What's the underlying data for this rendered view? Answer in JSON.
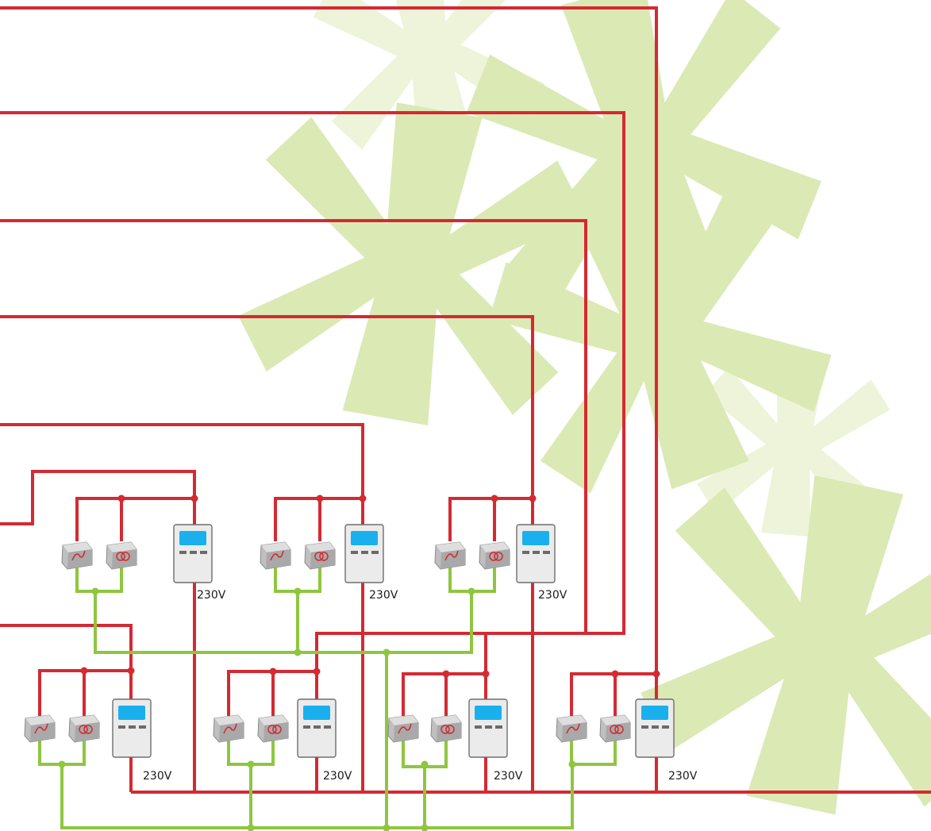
{
  "colors": {
    "background": "#ffffff",
    "power_line": "#d42a32",
    "signal_line": "#8ec63f",
    "decor_star": "#dbe9b4",
    "screen": "#1ab0ee",
    "device_body": "#ebebeb",
    "device_border": "#6e6e6e"
  },
  "decoration": {
    "icon": "asterisk-shape",
    "count": 6
  },
  "units": [
    {
      "module_a_icon": "fuse-symbol-icon",
      "module_b_icon": "transformer-symbol-icon",
      "panel_icon": "control-panel-icon",
      "voltage": "230V"
    },
    {
      "module_a_icon": "fuse-symbol-icon",
      "module_b_icon": "transformer-symbol-icon",
      "panel_icon": "control-panel-icon",
      "voltage": "230V"
    },
    {
      "module_a_icon": "fuse-symbol-icon",
      "module_b_icon": "transformer-symbol-icon",
      "panel_icon": "control-panel-icon",
      "voltage": "230V"
    },
    {
      "module_a_icon": "fuse-symbol-icon",
      "module_b_icon": "transformer-symbol-icon",
      "panel_icon": "control-panel-icon",
      "voltage": "230V"
    },
    {
      "module_a_icon": "fuse-symbol-icon",
      "module_b_icon": "transformer-symbol-icon",
      "panel_icon": "control-panel-icon",
      "voltage": "230V"
    },
    {
      "module_a_icon": "fuse-symbol-icon",
      "module_b_icon": "transformer-symbol-icon",
      "panel_icon": "control-panel-icon",
      "voltage": "230V"
    },
    {
      "module_a_icon": "fuse-symbol-icon",
      "module_b_icon": "transformer-symbol-icon",
      "panel_icon": "control-panel-icon",
      "voltage": "230V"
    }
  ]
}
